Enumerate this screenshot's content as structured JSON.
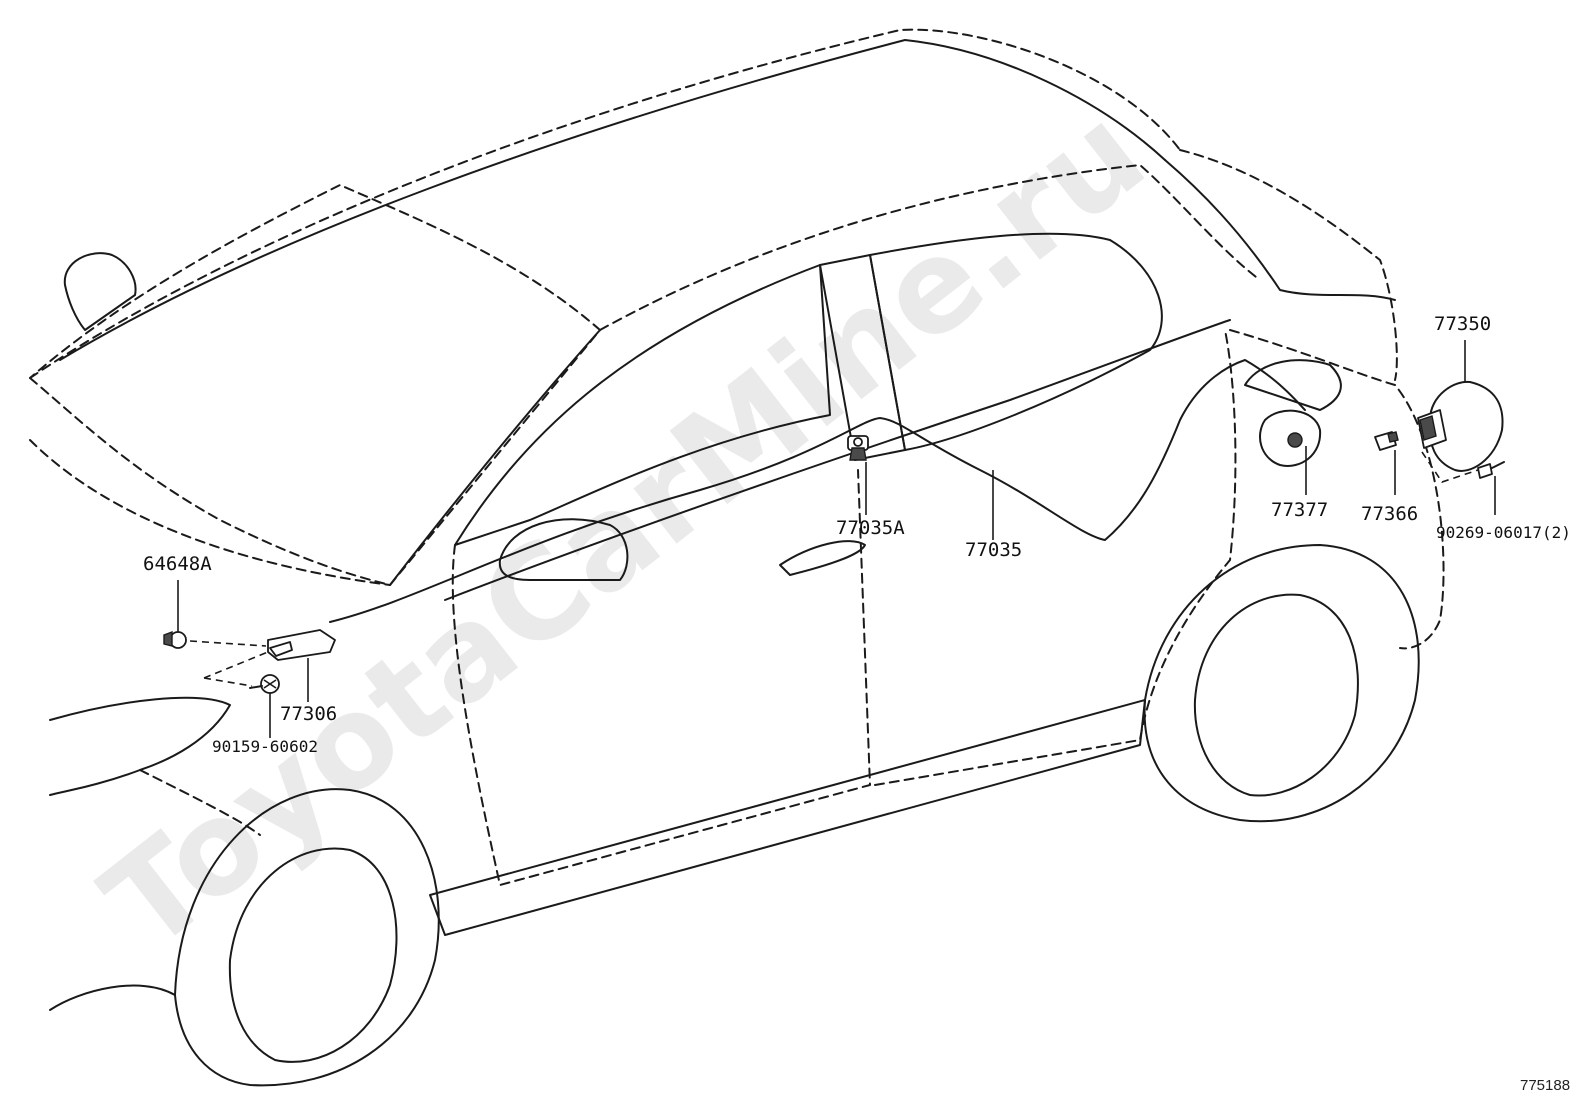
{
  "watermark": "ToyotaCarMine.ru",
  "figure_id": "775188",
  "parts": {
    "fuel_lid": "77350",
    "fuel_opener_cable": "77035",
    "cable_clamp": "77035A",
    "lid_hinge_grommet": "77377",
    "lid_spring": "77366",
    "lid_screw": "90269-06017(2)",
    "opener_lever": "77306",
    "clip": "64648A",
    "lever_screw": "90159-60602"
  }
}
